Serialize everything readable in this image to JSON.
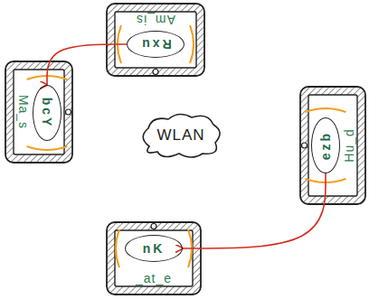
{
  "diagram": {
    "nodes": [
      {
        "text": [
          "Am_is"
        ]
      },
      {
        "text": [
          "Rxu"
        ],
        "in": 0
      },
      {
        "text": [
          "Ma_s"
        ]
      },
      {
        "text": [
          "bcY"
        ],
        "in": 2
      },
      {
        "text": [
          "WLAN"
        ]
      },
      {
        "text": [
          "Hu_d"
        ]
      },
      {
        "text": [
          "ezb"
        ],
        "in": 5
      },
      {
        "text": [
          "_at_e"
        ]
      },
      {
        "text": [
          "nK"
        ],
        "in": 7
      }
    ],
    "edges": [
      {
        "from": 1,
        "to": 3,
        "arrow": "to"
      },
      {
        "from": 6,
        "to": 8,
        "arrow": "to"
      }
    ]
  }
}
